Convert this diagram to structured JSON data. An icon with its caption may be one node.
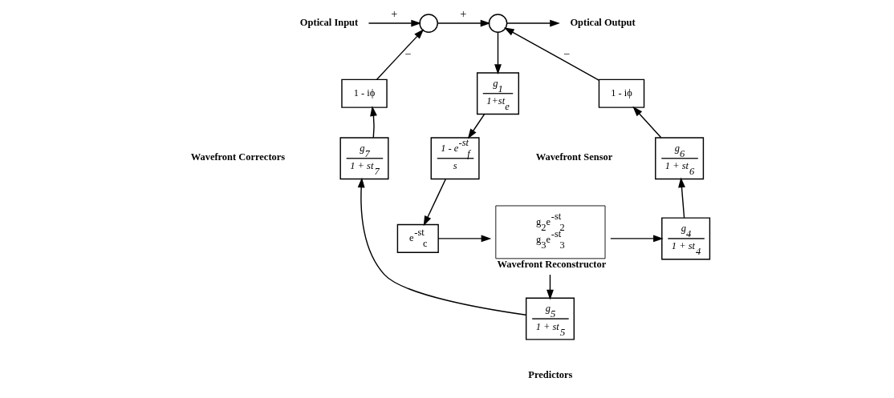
{
  "diagram": {
    "nodes": [
      {
        "text": [
          "Optical Input"
        ]
      },
      {
        "text": [],
        "shape": "circle"
      },
      {
        "text": [],
        "shape": "circle"
      },
      {
        "text": [
          "Optical Output"
        ]
      },
      {
        "text": [
          "1 - iϕ"
        ]
      },
      {
        "text": [
          "1 - iϕ"
        ]
      },
      {
        "text": [
          "g$_{7}$",
          "1 + st$_{7}$"
        ]
      },
      {
        "text": [
          "g$_{6}$",
          "1 + st$_{6}$"
        ]
      },
      {
        "text": [
          "g$_{1}$",
          "1+st$_{e}$"
        ]
      },
      {
        "text": [
          "1 - e$^{-st}$$_{f}$",
          "s"
        ]
      },
      {
        "text": [
          "e$^{-st}$$_{c}$"
        ]
      },
      {
        "text": [
          "g$_{4}$",
          "1 + st$_{4}$"
        ]
      },
      {
        "text": [
          "g$_{5}$",
          "1 + st$_{5}$"
        ]
      },
      {
        "text": [
          "g$_{2}$e$^{-st}$$_{2}$",
          "g$_{3}$e$^{-st}$$_{3}$"
        ],
        "beside": [
          "Wavefront Reconstructor"
        ]
      }
    ],
    "edges": [
      {
        "from": 0,
        "to": 1,
        "arrow": "to",
        "label": "+"
      },
      {
        "from": 1,
        "to": 2,
        "arrow": "to",
        "label": "+"
      },
      {
        "from": 2,
        "to": 3,
        "arrow": "to"
      },
      {
        "from": 4,
        "to": 1,
        "arrow": "to",
        "label": "−"
      },
      {
        "from": 5,
        "to": 2,
        "arrow": "to",
        "label": "−"
      },
      {
        "from": 6,
        "to": 4,
        "arrow": "to"
      },
      {
        "from": 7,
        "to": 5,
        "arrow": "to"
      },
      {
        "from": 2,
        "to": 8,
        "arrow": "to"
      },
      {
        "from": 8,
        "to": 9,
        "arrow": "to"
      },
      {
        "from": 9,
        "to": 10,
        "arrow": "to"
      },
      {
        "from": 10,
        "to": 13,
        "arrow": "to"
      },
      {
        "from": 13,
        "to": 11,
        "arrow": "to"
      },
      {
        "from": 13,
        "to": 12,
        "arrow": "to"
      },
      {
        "from": 11,
        "to": 7,
        "arrow": "to"
      },
      {
        "from": 12,
        "to": 6,
        "arrow": "to"
      }
    ],
    "labels": [
      "Wavefront Correctors",
      "Wavefront Sensor",
      "Predictors"
    ]
  }
}
